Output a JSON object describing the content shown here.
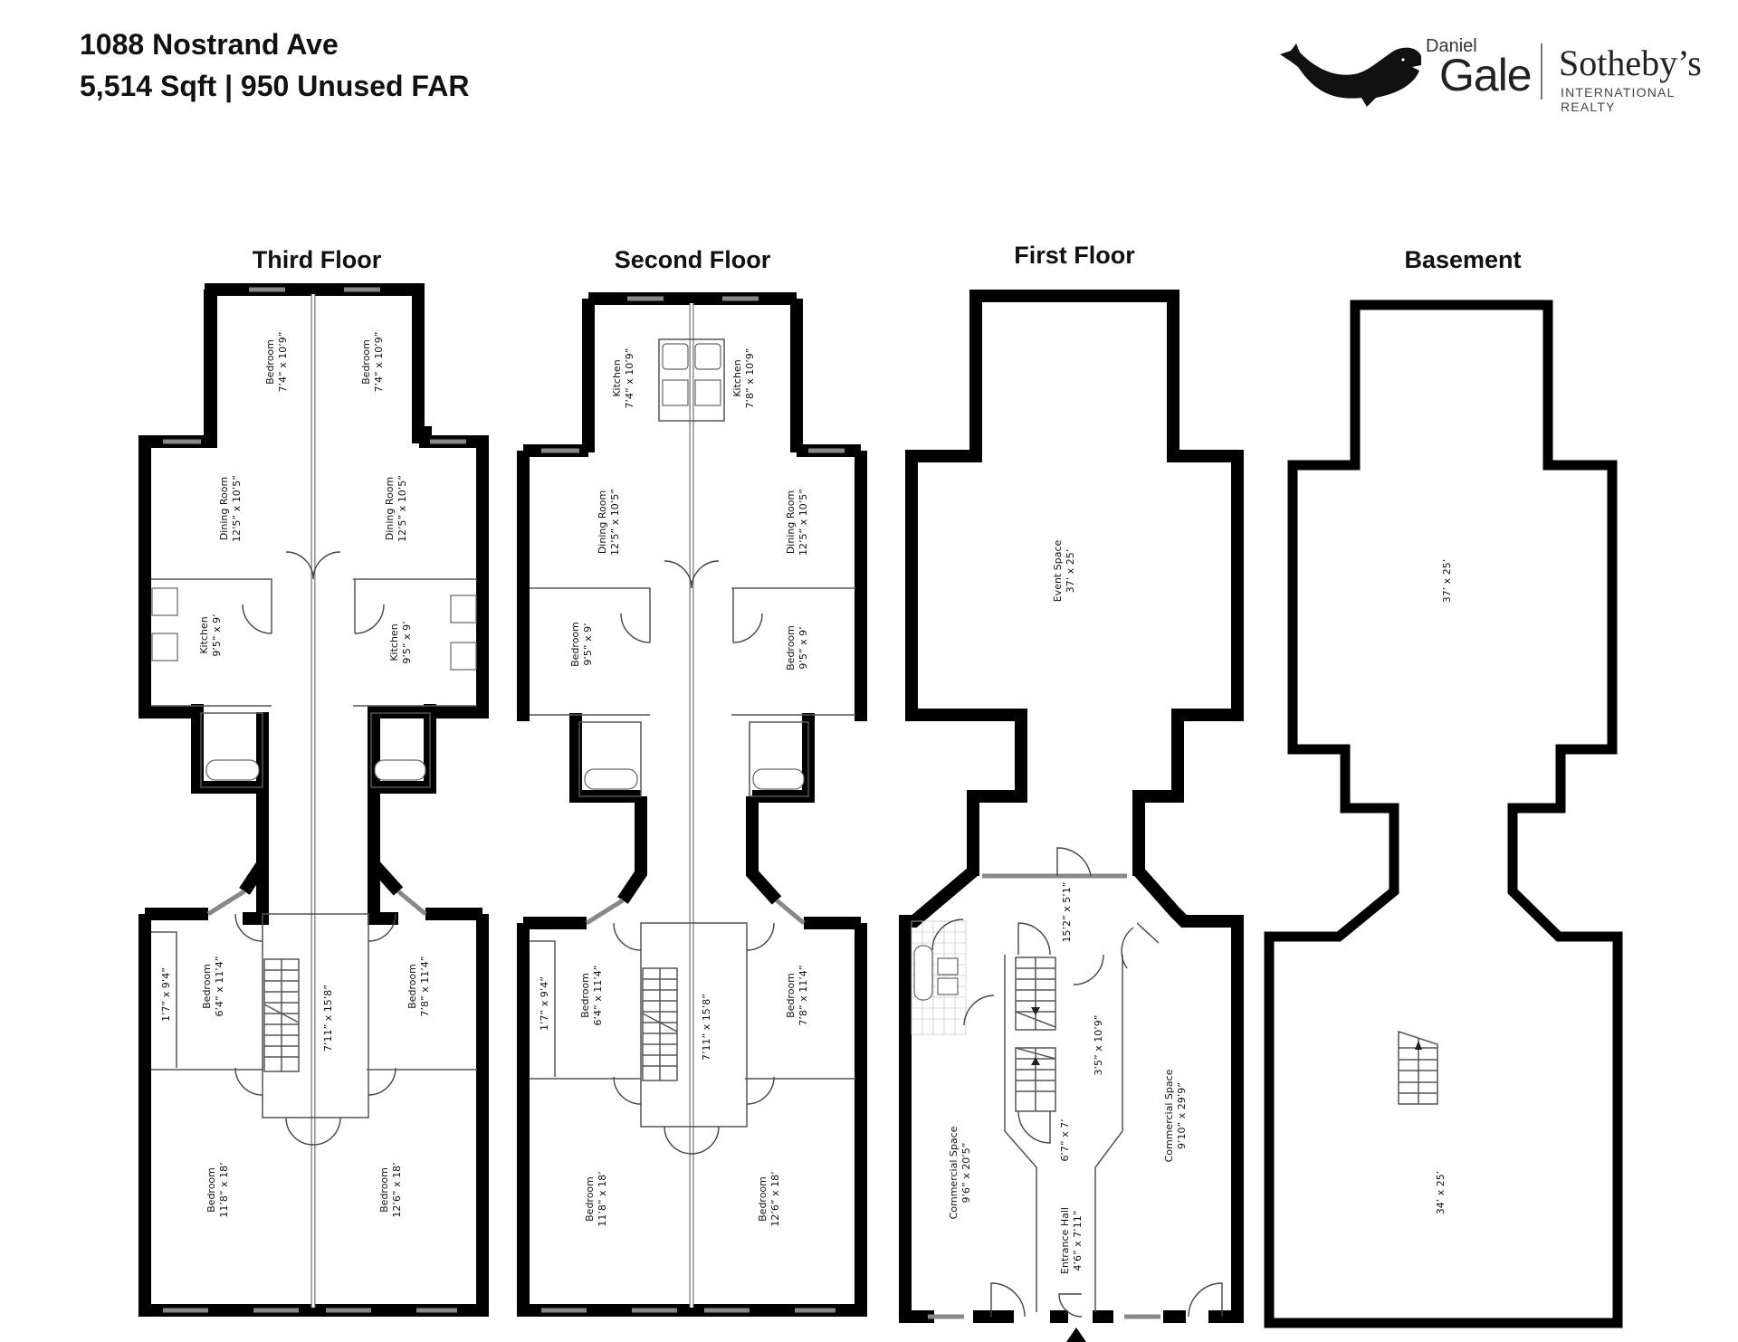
{
  "header": {
    "address": "1088 Nostrand Ave",
    "summary": "5,514 Sqft | 950 Unused FAR"
  },
  "logo": {
    "icon": "whale-icon",
    "daniel": "Daniel",
    "gale": "Gale",
    "sothebys": "Sotheby’s",
    "intl": "INTERNATIONAL REALTY"
  },
  "floors": [
    {
      "title": "Third Floor",
      "rooms": [
        {
          "name": "Bedroom",
          "dims": "7’4” x 10’9”"
        },
        {
          "name": "Bedroom",
          "dims": "7’4” x 10’9”"
        },
        {
          "name": "Dining Room",
          "dims": "12’5” x 10’5”"
        },
        {
          "name": "Dining Room",
          "dims": "12’5” x 10’5”"
        },
        {
          "name": "Kitchen",
          "dims": "9’5” x 9’"
        },
        {
          "name": "Kitchen",
          "dims": "9’5” x 9’"
        },
        {
          "name": "",
          "dims": "1’7” x 9’4”"
        },
        {
          "name": "Bedroom",
          "dims": "6’4” x 11’4”"
        },
        {
          "name": "",
          "dims": "7’11” x 15’8”"
        },
        {
          "name": "Bedroom",
          "dims": "7’8” x 11’4”"
        },
        {
          "name": "Bedroom",
          "dims": "11’8” x 18’"
        },
        {
          "name": "Bedroom",
          "dims": "12’6” x 18’"
        }
      ]
    },
    {
      "title": "Second Floor",
      "rooms": [
        {
          "name": "Kitchen",
          "dims": "7’4” x 10’9”"
        },
        {
          "name": "Kitchen",
          "dims": "7’8” x 10’9”"
        },
        {
          "name": "Dining Room",
          "dims": "12’5” x 10’5”"
        },
        {
          "name": "Dining Room",
          "dims": "12’5” x 10’5”"
        },
        {
          "name": "Bedroom",
          "dims": "9’5” x 9’"
        },
        {
          "name": "Bedroom",
          "dims": "9’5” x 9’"
        },
        {
          "name": "",
          "dims": "1’7” x 9’4”"
        },
        {
          "name": "Bedroom",
          "dims": "6’4” x 11’4”"
        },
        {
          "name": "",
          "dims": "7’11” x 15’8”"
        },
        {
          "name": "Bedroom",
          "dims": "7’8” x 11’4”"
        },
        {
          "name": "Bedroom",
          "dims": "11’8” x 18’"
        },
        {
          "name": "Bedroom",
          "dims": "12’6” x 18’"
        }
      ]
    },
    {
      "title": "First Floor",
      "rooms": [
        {
          "name": "Event Space",
          "dims": "37’ x 25’"
        },
        {
          "name": "",
          "dims": "15’2” x 5’1”"
        },
        {
          "name": "",
          "dims": "3’5” x 10’9”"
        },
        {
          "name": "",
          "dims": "6’7” x 7’"
        },
        {
          "name": "Commercial Space",
          "dims": "9’6” x 20’5”"
        },
        {
          "name": "Commercial Space",
          "dims": "9’10” x 29’9”"
        },
        {
          "name": "Entrance Hall",
          "dims": "4’6” x 7’11”"
        }
      ],
      "entrance_marker": "entrance-arrow-icon"
    },
    {
      "title": "Basement",
      "rooms": [
        {
          "name": "",
          "dims": "37’ x 25’"
        },
        {
          "name": "",
          "dims": "34’ x 25’"
        }
      ]
    }
  ]
}
